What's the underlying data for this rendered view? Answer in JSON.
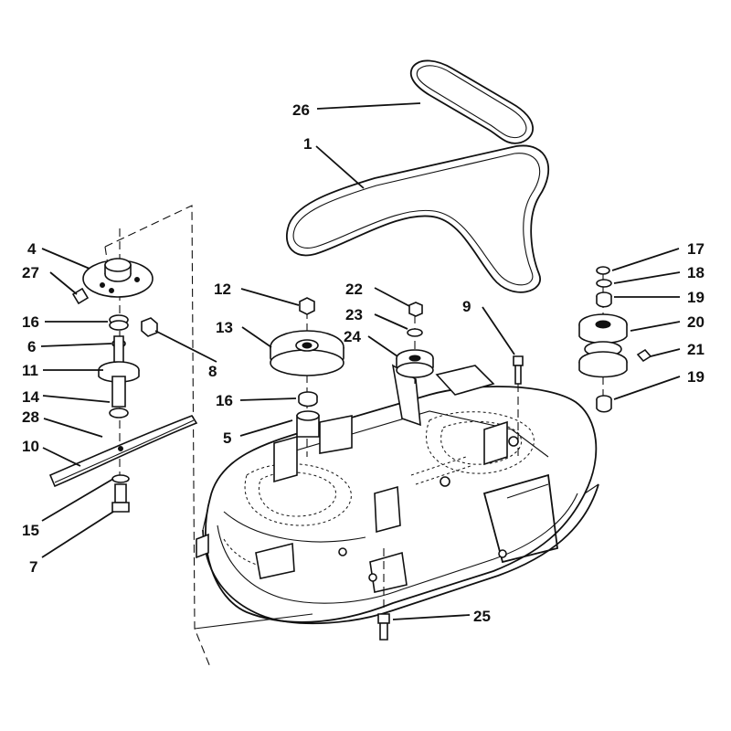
{
  "diagram": {
    "colors": {
      "ink": "#111111",
      "paper": "#ffffff"
    },
    "callouts": [
      {
        "id": "c26",
        "label": "26"
      },
      {
        "id": "c1",
        "label": "1"
      },
      {
        "id": "c4",
        "label": "4"
      },
      {
        "id": "c27",
        "label": "27"
      },
      {
        "id": "c16a",
        "label": "16"
      },
      {
        "id": "c6",
        "label": "6"
      },
      {
        "id": "c8",
        "label": "8"
      },
      {
        "id": "c11",
        "label": "11"
      },
      {
        "id": "c14",
        "label": "14"
      },
      {
        "id": "c28",
        "label": "28"
      },
      {
        "id": "c10",
        "label": "10"
      },
      {
        "id": "c15",
        "label": "15"
      },
      {
        "id": "c7",
        "label": "7"
      },
      {
        "id": "c12",
        "label": "12"
      },
      {
        "id": "c13",
        "label": "13"
      },
      {
        "id": "c16b",
        "label": "16"
      },
      {
        "id": "c5",
        "label": "5"
      },
      {
        "id": "c22",
        "label": "22"
      },
      {
        "id": "c23",
        "label": "23"
      },
      {
        "id": "c24",
        "label": "24"
      },
      {
        "id": "c9",
        "label": "9"
      },
      {
        "id": "c17",
        "label": "17"
      },
      {
        "id": "c18",
        "label": "18"
      },
      {
        "id": "c19a",
        "label": "19"
      },
      {
        "id": "c20",
        "label": "20"
      },
      {
        "id": "c21",
        "label": "21"
      },
      {
        "id": "c19b",
        "label": "19"
      },
      {
        "id": "c25",
        "label": "25"
      }
    ]
  }
}
